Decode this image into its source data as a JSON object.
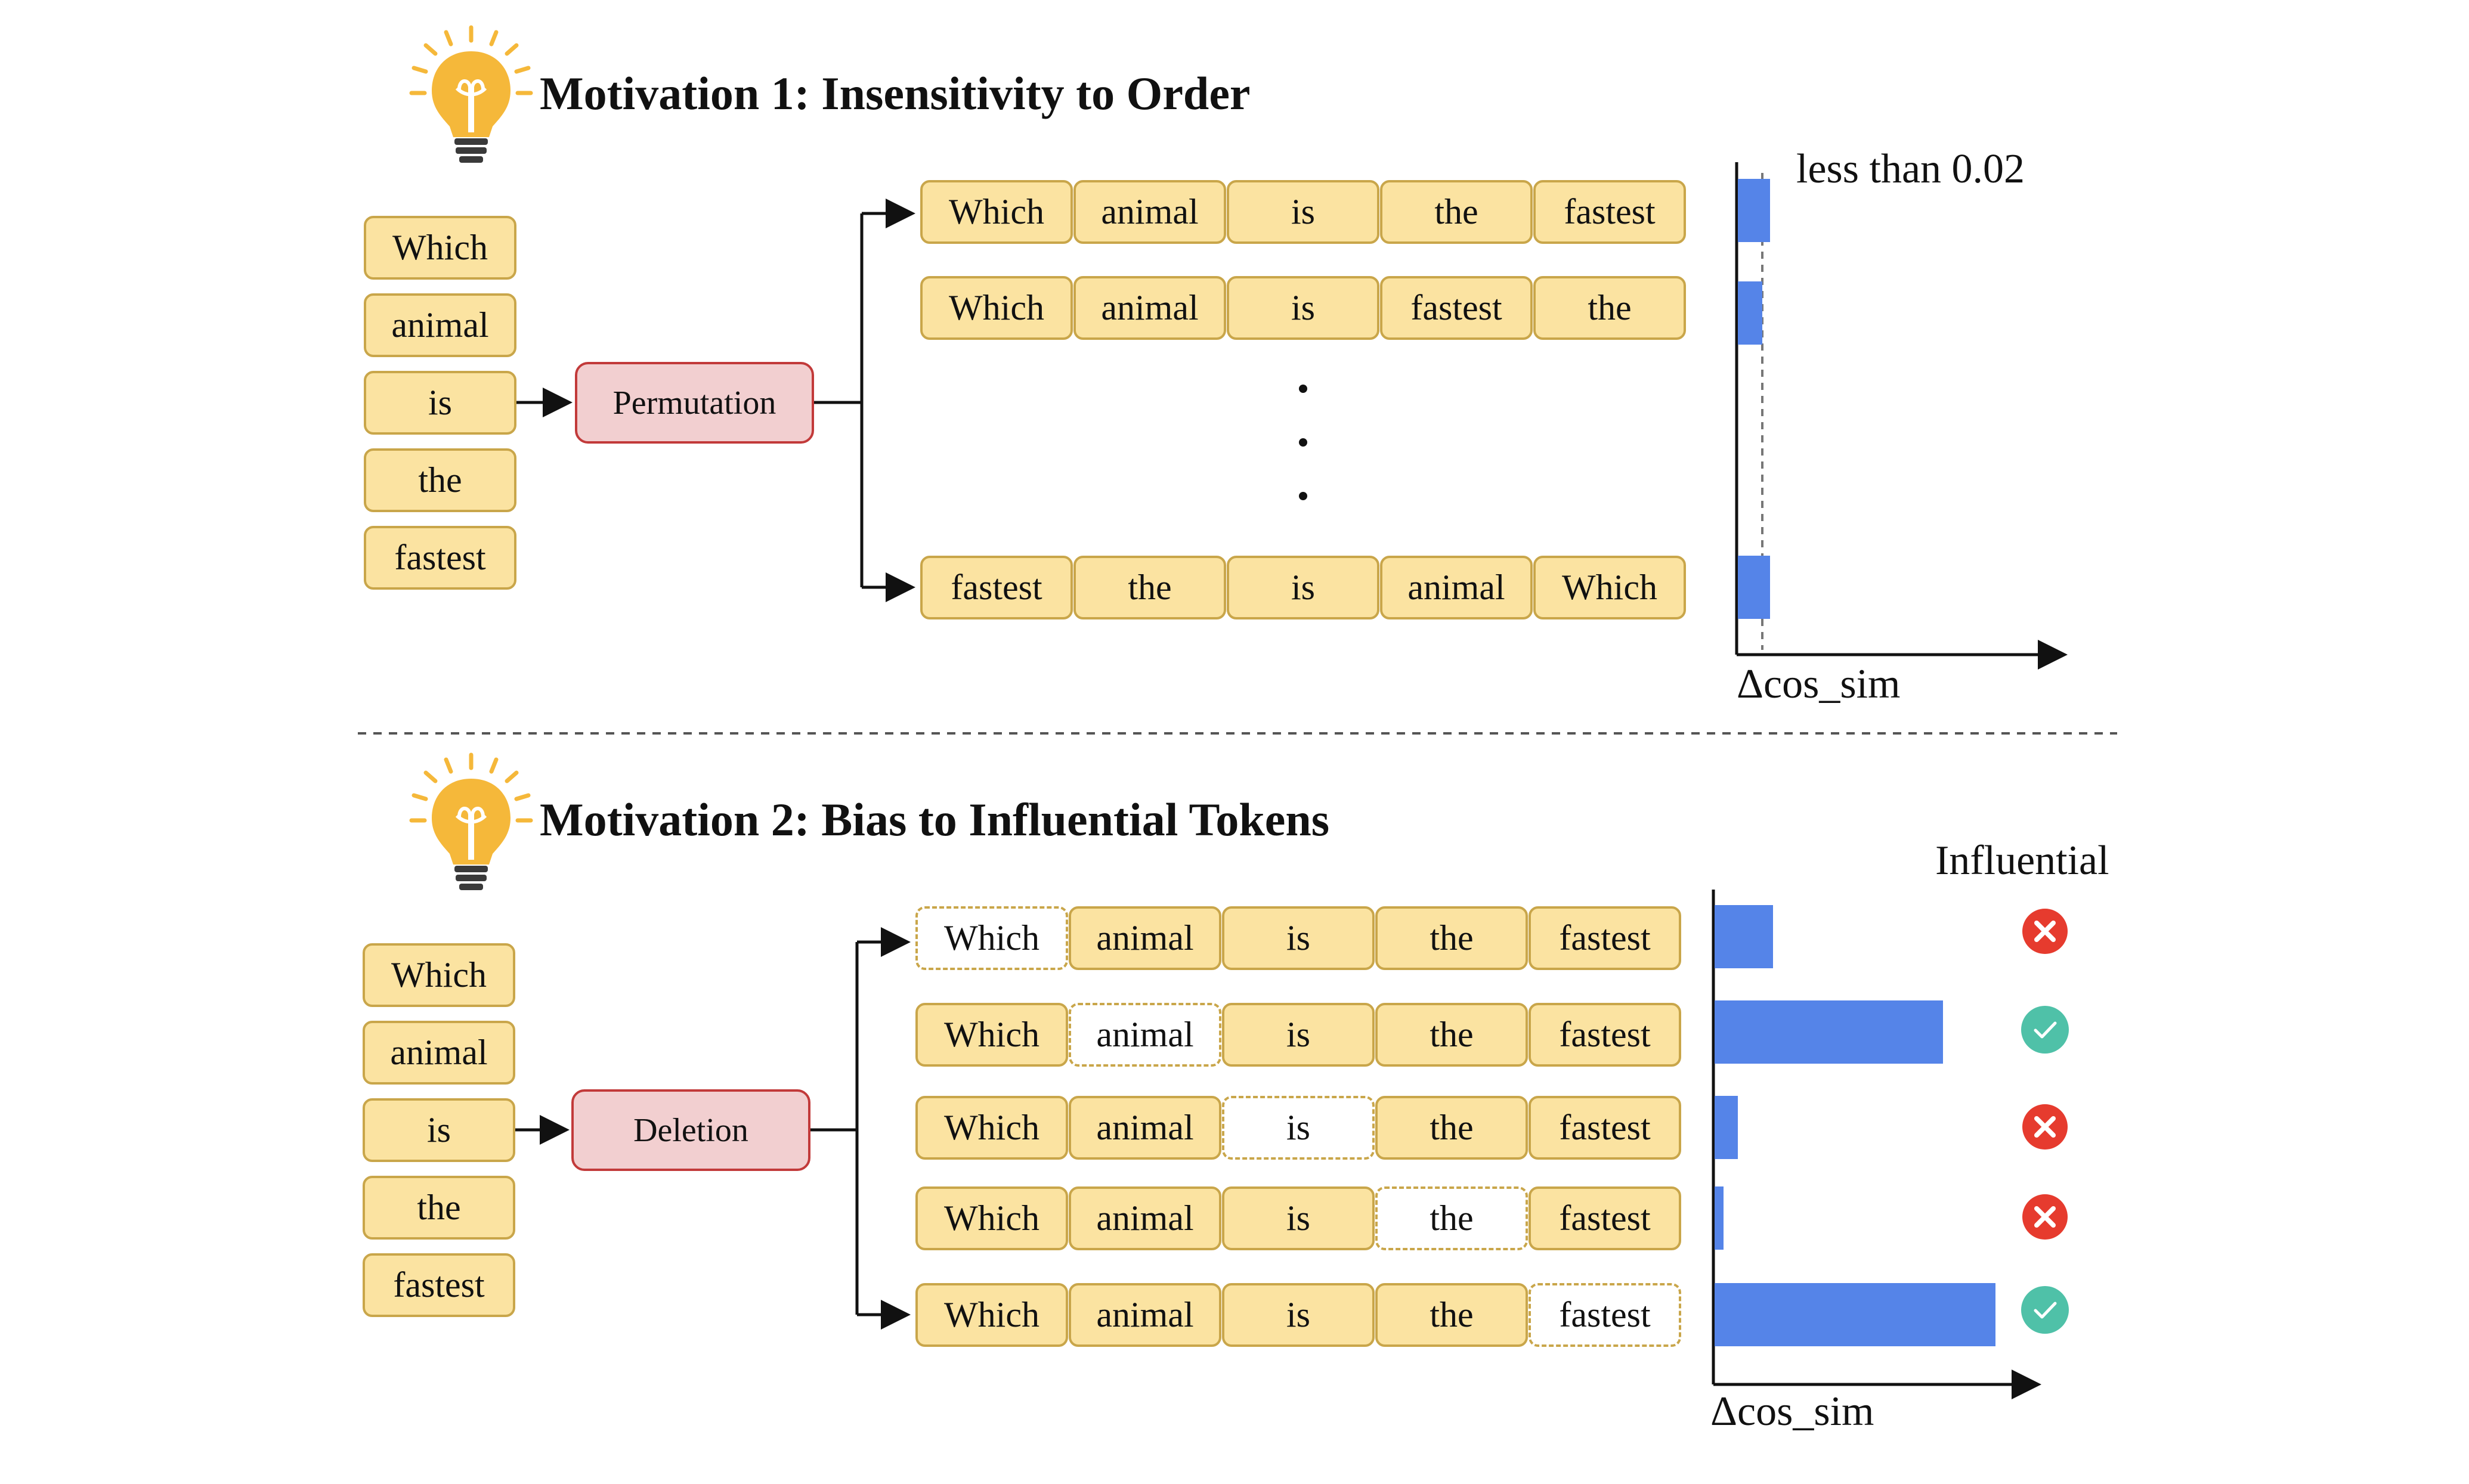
{
  "motivation1": {
    "title": "Motivation 1: Insensitivity to Order",
    "input_tokens": [
      "Which",
      "animal",
      "is",
      "the",
      "fastest"
    ],
    "operation": "Permutation",
    "rows": [
      [
        "Which",
        "animal",
        "is",
        "the",
        "fastest"
      ],
      [
        "Which",
        "animal",
        "is",
        "fastest",
        "the"
      ],
      [
        "fastest",
        "the",
        "is",
        "animal",
        "Which"
      ]
    ],
    "threshold_label": "less than 0.02",
    "axis_label": "Δcos_sim"
  },
  "motivation2": {
    "title": "Motivation 2: Bias to Influential Tokens",
    "input_tokens": [
      "Which",
      "animal",
      "is",
      "the",
      "fastest"
    ],
    "operation": "Deletion",
    "rows": [
      [
        "Which",
        "animal",
        "is",
        "the",
        "fastest"
      ],
      [
        "Which",
        "animal",
        "is",
        "the",
        "fastest"
      ],
      [
        "Which",
        "animal",
        "is",
        "the",
        "fastest"
      ],
      [
        "Which",
        "animal",
        "is",
        "the",
        "fastest"
      ],
      [
        "Which",
        "animal",
        "is",
        "the",
        "fastest"
      ]
    ],
    "deleted_index": [
      0,
      1,
      2,
      3,
      4
    ],
    "influential_header": "Influential",
    "influential": [
      false,
      true,
      false,
      false,
      true
    ],
    "axis_label": "Δcos_sim"
  },
  "chart_data": [
    {
      "type": "bar",
      "orientation": "horizontal",
      "title": "",
      "xlabel": "Δcos_sim",
      "annotation": "less than 0.02",
      "threshold": 0.02,
      "categories": [
        "Which animal is the fastest",
        "Which animal is fastest the",
        "fastest the is animal Which"
      ],
      "values": [
        0.012,
        0.009,
        0.012
      ],
      "xlim": [
        0,
        0.12
      ],
      "color": "#5584e8"
    },
    {
      "type": "bar",
      "orientation": "horizontal",
      "title": "",
      "xlabel": "Δcos_sim",
      "categories": [
        "Which",
        "animal",
        "is",
        "the",
        "fastest"
      ],
      "values": [
        0.2,
        0.78,
        0.08,
        0.03,
        0.96
      ],
      "xlim": [
        0,
        1.1
      ],
      "color": "#5584e8"
    }
  ],
  "colors": {
    "token_fill": "#fbe3a1",
    "token_border": "#c9a64a",
    "op_fill": "#f2cfd0",
    "op_border": "#c23a3a",
    "bar": "#5584e8",
    "check": "#4fc1a8",
    "cross": "#e63b2e",
    "bulb": "#f5b83a"
  },
  "icons": [
    "lightbulb-icon",
    "check-circle-icon",
    "cross-circle-icon",
    "arrow-icon"
  ]
}
